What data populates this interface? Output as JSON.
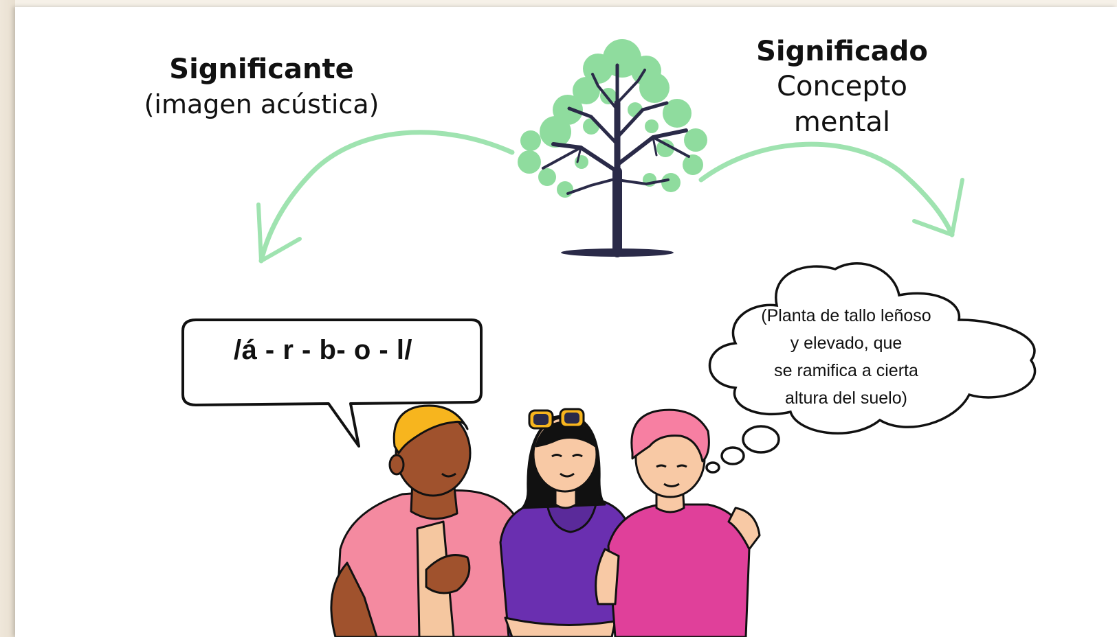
{
  "labels": {
    "signifier_title": "Significante",
    "signifier_subtitle": "(imagen acústica)",
    "signified_title": "Significado",
    "signified_subtitle": "Concepto mental"
  },
  "speech_bubble": {
    "text": "/á - r - b- o - l/"
  },
  "thought_bubble": {
    "lines": [
      "(Planta de tallo leñoso",
      "y elevado, que",
      "se ramifica a cierta",
      "altura del suelo)"
    ]
  },
  "icons": [
    "tree-icon",
    "curved-arrow-left-icon",
    "curved-arrow-right-icon",
    "people-group-illustration"
  ],
  "colors": {
    "arrow_green": "#9fe3b0",
    "leaf_green": "#8fdc9e",
    "trunk_navy": "#2a2a48",
    "shirt_pink": "#f48aa0",
    "shirt_purple": "#6a2fb0",
    "shirt_magenta": "#e0409a",
    "hair_yellow": "#f7b51e",
    "hair_pink": "#f77fa2"
  }
}
